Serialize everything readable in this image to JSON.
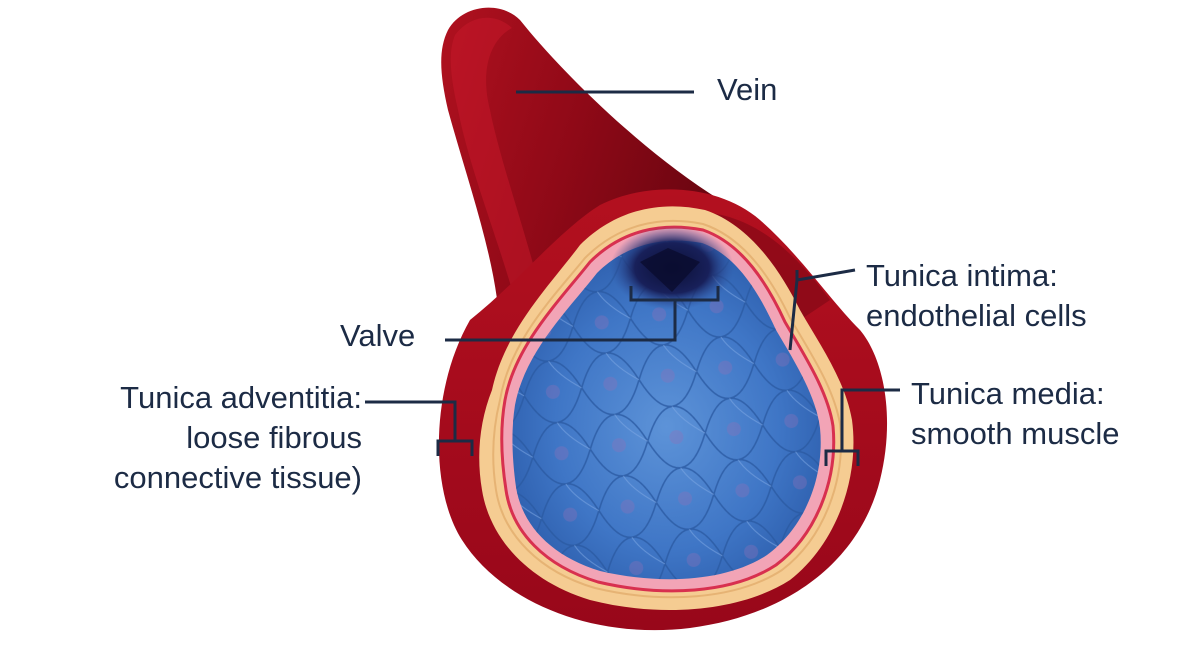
{
  "labels": {
    "vein": "Vein",
    "valve": "Valve",
    "intima": [
      "Tunica intima:",
      "endothelial cells"
    ],
    "media": [
      "Tunica media:",
      "smooth muscle"
    ],
    "adventitia": [
      "Tunica adventitia:",
      "loose fibrous",
      "connective tissue)"
    ]
  },
  "colors": {
    "vein_wall": "#9e0c1c",
    "vein_dark": "#6e0511",
    "media_layer": "#f4c98f",
    "intima_layer": "#e8456a",
    "lumen": "#3b74c4",
    "valve": "#141a4a",
    "leader_line": "#1c2b45"
  }
}
